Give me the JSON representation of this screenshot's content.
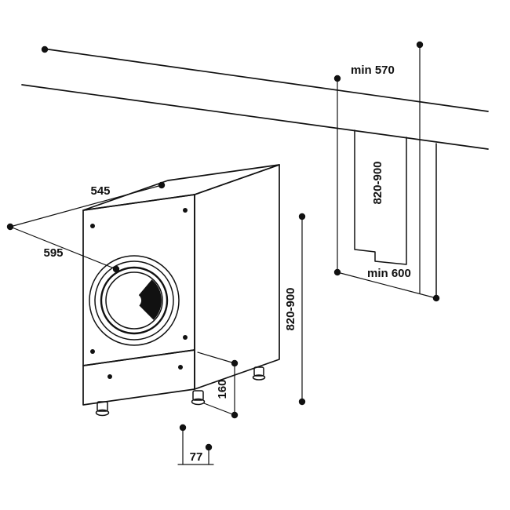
{
  "colors": {
    "line": "#111111",
    "bg": "#ffffff"
  },
  "dims": {
    "niche_depth_min": "min 570",
    "niche_height": "820-900",
    "top_depth": "545",
    "front_width": "595",
    "machine_height": "820-900",
    "niche_width_min": "min 600",
    "base_height": "160",
    "foot_inset": "77"
  }
}
